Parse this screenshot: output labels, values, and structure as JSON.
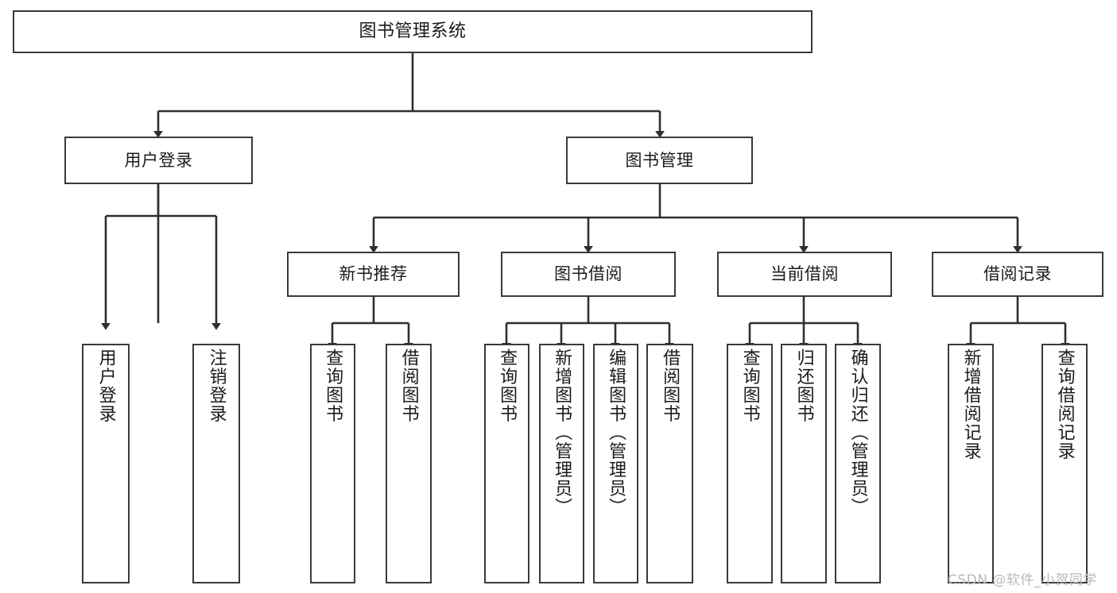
{
  "diagram": {
    "title": "图书管理系统",
    "type": "tree-hierarchy",
    "watermark": "CSDN @软件_小贺同学",
    "colors": {
      "box_border": "#3a3a3a",
      "box_fill": "#ffffff",
      "line": "#2f2f2f",
      "text": "#1b1b1b",
      "watermark": "#b9b9b9",
      "background": "#ffffff"
    },
    "root": {
      "id": "root",
      "label": "图书管理系统"
    },
    "level2": [
      {
        "id": "user-login",
        "label": "用户登录"
      },
      {
        "id": "book-management",
        "label": "图书管理"
      }
    ],
    "level3": [
      {
        "id": "new-book-recommend",
        "label": "新书推荐",
        "parent": "book-management"
      },
      {
        "id": "book-borrow",
        "label": "图书借阅",
        "parent": "book-management"
      },
      {
        "id": "current-borrow",
        "label": "当前借阅",
        "parent": "book-management"
      },
      {
        "id": "borrow-record",
        "label": "借阅记录",
        "parent": "book-management"
      }
    ],
    "leaves": [
      {
        "id": "leaf-user-login",
        "label": "用户登录",
        "parent": "user-login"
      },
      {
        "id": "leaf-logout",
        "label": "注销登录",
        "parent": "user-login"
      },
      {
        "id": "leaf-query-book-1",
        "label": "查询图书",
        "parent": "new-book-recommend"
      },
      {
        "id": "leaf-borrow-book-1",
        "label": "借阅图书",
        "parent": "new-book-recommend"
      },
      {
        "id": "leaf-query-book-2",
        "label": "查询图书",
        "parent": "book-borrow"
      },
      {
        "id": "leaf-add-book",
        "label": "新增图书（管理员）",
        "parent": "book-borrow"
      },
      {
        "id": "leaf-edit-book",
        "label": "编辑图书（管理员）",
        "parent": "book-borrow"
      },
      {
        "id": "leaf-borrow-book-2",
        "label": "借阅图书",
        "parent": "book-borrow"
      },
      {
        "id": "leaf-query-book-3",
        "label": "查询图书",
        "parent": "current-borrow"
      },
      {
        "id": "leaf-return-book",
        "label": "归还图书",
        "parent": "current-borrow"
      },
      {
        "id": "leaf-confirm-return",
        "label": "确认归还（管理员）",
        "parent": "current-borrow"
      },
      {
        "id": "leaf-add-record",
        "label": "新增借阅记录",
        "parent": "borrow-record"
      },
      {
        "id": "leaf-query-record",
        "label": "查询借阅记录",
        "parent": "borrow-record"
      }
    ]
  }
}
